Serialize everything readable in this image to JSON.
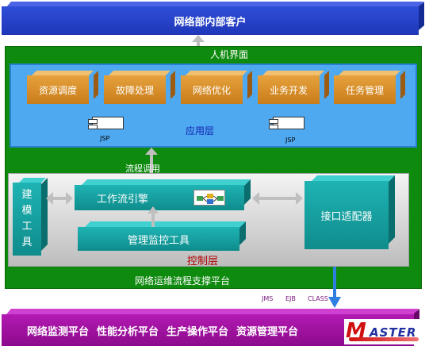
{
  "top_bar": {
    "label": "网络部内部客户"
  },
  "frame": {
    "top_label": "人机界面",
    "bottom_label": "网络运维流程支撑平台"
  },
  "app_layer": {
    "modules": [
      "资源调度",
      "故障处理",
      "网络优化",
      "业务开发",
      "任务管理"
    ],
    "components": [
      "JSP",
      "JSP"
    ],
    "label": "应用层"
  },
  "connector_labels": {
    "process_call": "流程调用"
  },
  "control_layer": {
    "label": "控制层",
    "modeling_tool": [
      "建",
      "模",
      "工",
      "具"
    ],
    "workflow_engine": "工作流引擎",
    "monitor_tool": "管理监控工具",
    "adapter": "接口适配器"
  },
  "interfaces": [
    "JMS",
    "EJB",
    "CLASS"
  ],
  "bottom_bar": {
    "items": [
      "网络监测平台",
      "性能分析平台",
      "生产操作平台",
      "资源管理平台"
    ]
  },
  "logo": {
    "text": "ASTER"
  },
  "colors": {
    "top_bar": "#2f4fd8",
    "frame": "#0e8a0e",
    "app_layer": "#4fa9f0",
    "module": "#e6a23c",
    "teal": "#1fb3b3",
    "bottom_bar": "#b21ab2"
  }
}
